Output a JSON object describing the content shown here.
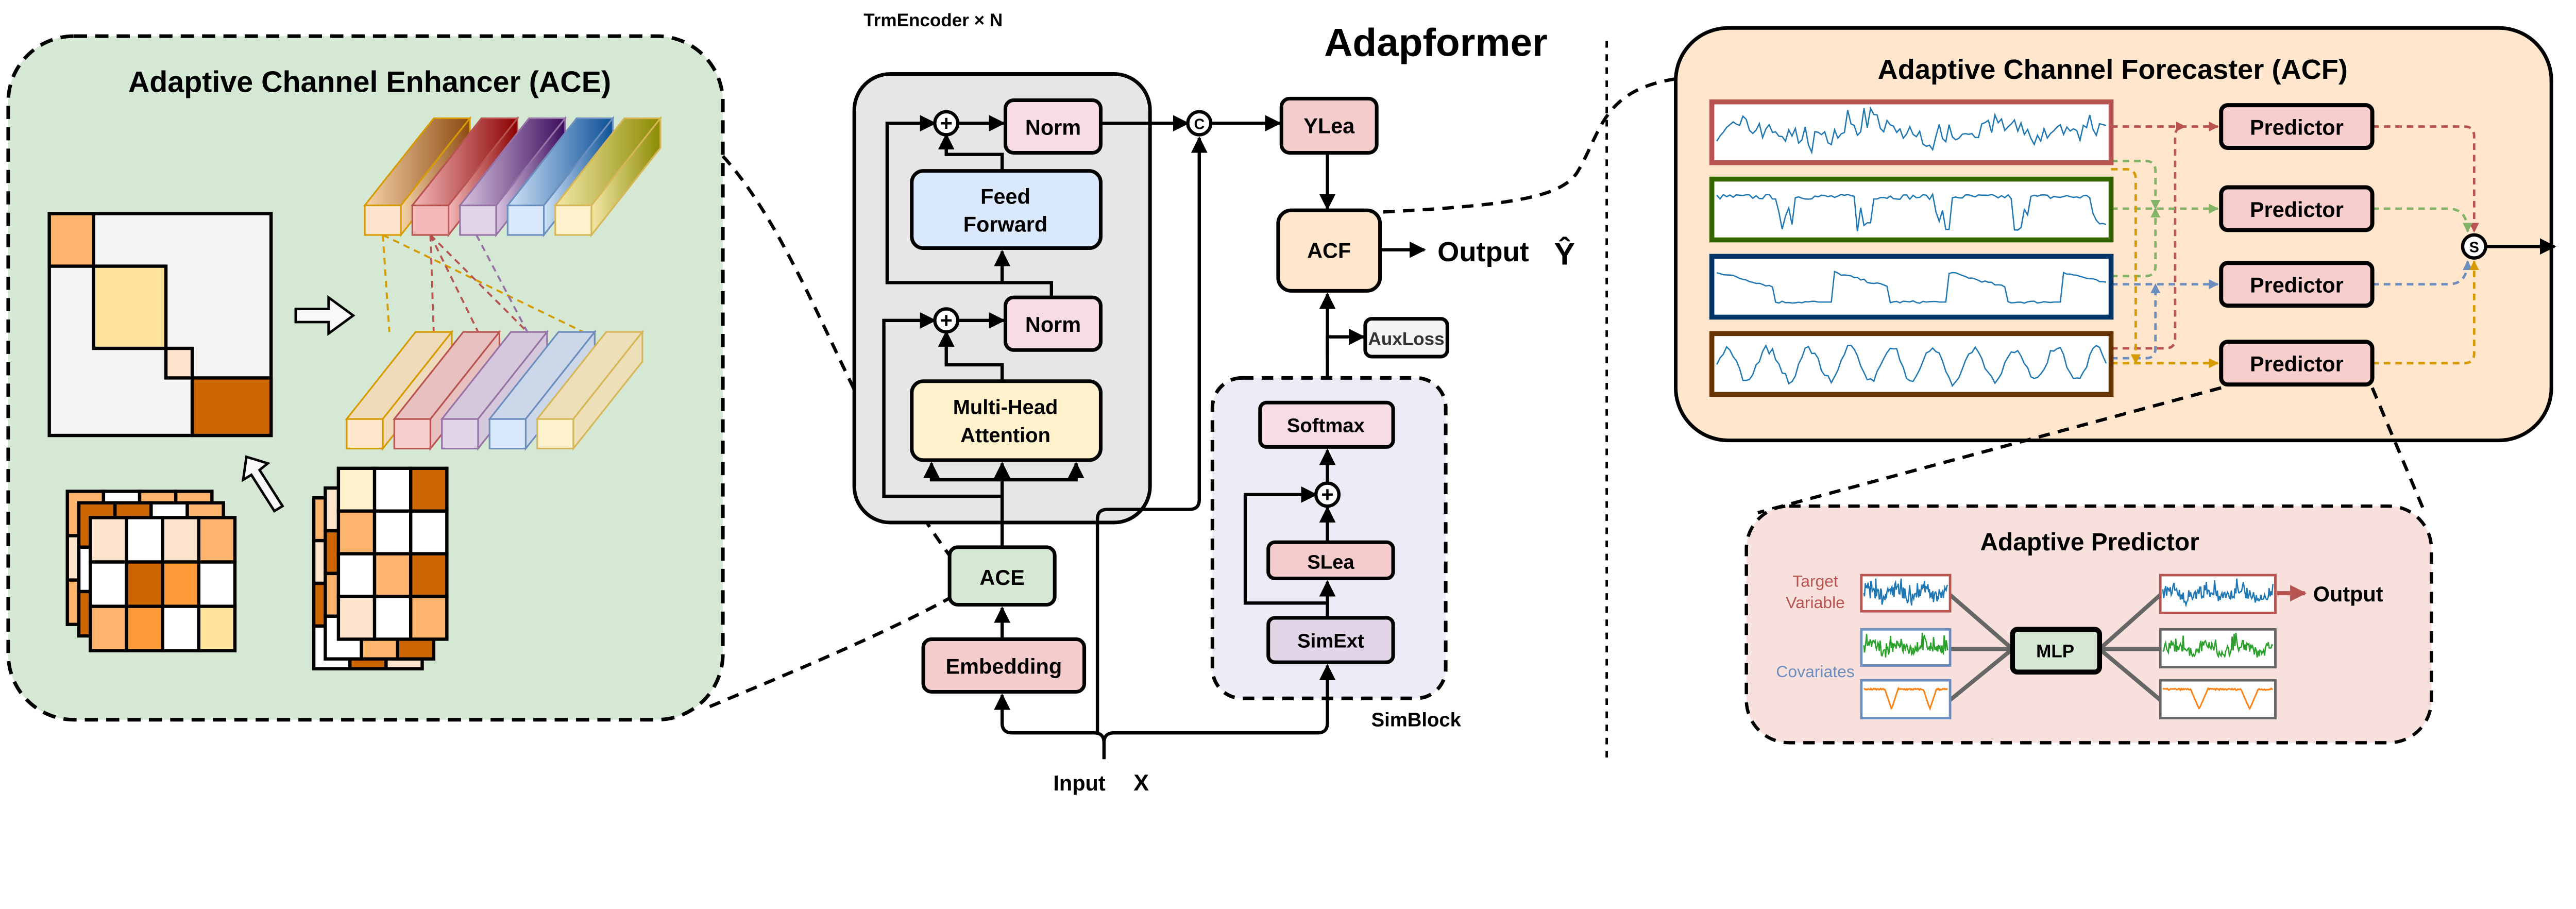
{
  "title": "Adapformer",
  "colors": {
    "ace_bg": "#d5e8d4",
    "encoder_bg": "#e6e6e6",
    "norm": "#f8dce4",
    "feed_forward": "#dae8fc",
    "attention": "#fff2cc",
    "lea": "#f4cccc",
    "acf": "#ffe6cc",
    "simext": "#e1d5e7",
    "simblock_bg": "#ececf6",
    "predictor_bg": "#f8e0dc",
    "series_line": "#1f77b4",
    "target_label": "#b85450",
    "covariates_label": "#6c8ebf"
  },
  "ace_panel": {
    "title": "Adaptive Channel Enhancer (ACE)"
  },
  "encoder": {
    "label": "TrmEncoder × N",
    "norm_top": "Norm",
    "feed_forward_line1": "Feed",
    "feed_forward_line2": "Forward",
    "norm_bottom": "Norm",
    "attention_line1": "Multi-Head",
    "attention_line2": "Attention",
    "add_symbol": "+"
  },
  "pipeline": {
    "concat_symbol": "C",
    "ylea": "YLea",
    "acf": "ACF",
    "output": "Output",
    "output_symbol": "Ŷ",
    "auxloss": "AuxLoss",
    "ace": "ACE",
    "embedding": "Embedding",
    "input": "Input",
    "input_symbol": "X"
  },
  "simblock": {
    "label": "SimBlock",
    "softmax": "Softmax",
    "slea": "SLea",
    "simext": "SimExt",
    "add_symbol": "+"
  },
  "acf_panel": {
    "title": "Adaptive Channel Forecaster (ACF)",
    "channel_colors": [
      "#b85450",
      "#336600",
      "#003366",
      "#663300"
    ],
    "predictors": [
      "Predictor",
      "Predictor",
      "Predictor",
      "Predictor"
    ],
    "sum_symbol": "S"
  },
  "predictor_panel": {
    "title": "Adaptive Predictor",
    "target_line1": "Target",
    "target_line2": "Variable",
    "covariates": "Covariates",
    "mlp": "MLP",
    "output": "Output"
  }
}
